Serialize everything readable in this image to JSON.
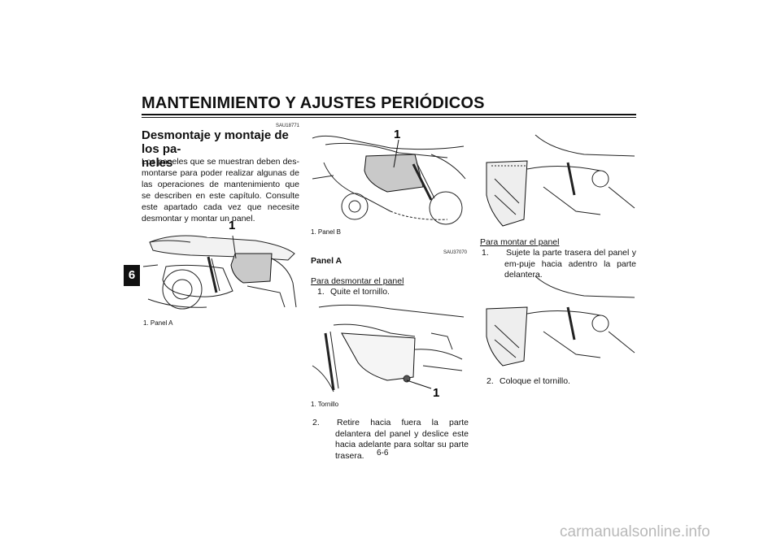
{
  "header": {
    "title": "MANTENIMIENTO Y AJUSTES PERIÓDICOS"
  },
  "chapter_tab": "6",
  "left": {
    "code": "SAU18771",
    "title_line1": "Desmontaje y montaje de los pa-",
    "title_line2": "neles",
    "paragraph": "Los paneles que se muestran deben des-montarse para poder realizar algunas de las operaciones de mantenimiento que se describen en este capítulo. Consulte este apartado cada vez que necesite desmontar y montar un panel.",
    "fig_callout": "1",
    "caption": "1. Panel A"
  },
  "middle": {
    "fig_callout": "1",
    "caption_top": "1. Panel B",
    "code": "SAU37070",
    "panel_heading": "Panel A",
    "sub_remove": "Para desmontar el panel",
    "step1_num": "1.",
    "step1_text": "Quite el tornillo.",
    "fig2_callout": "1",
    "caption_bottom": "1. Tornillo",
    "step2_num": "2.",
    "step2_text": "Retire hacia fuera la parte delantera del panel y deslice este hacia adelante para soltar su parte trasera."
  },
  "right": {
    "sub_install": "Para montar el panel",
    "step1_num": "1.",
    "step1_text": "Sujete la parte trasera del panel y em-puje hacia adentro la parte delantera.",
    "step2_num": "2.",
    "step2_text": "Coloque el tornillo."
  },
  "page_number": "6-6",
  "watermark": "carmanualsonline.info"
}
